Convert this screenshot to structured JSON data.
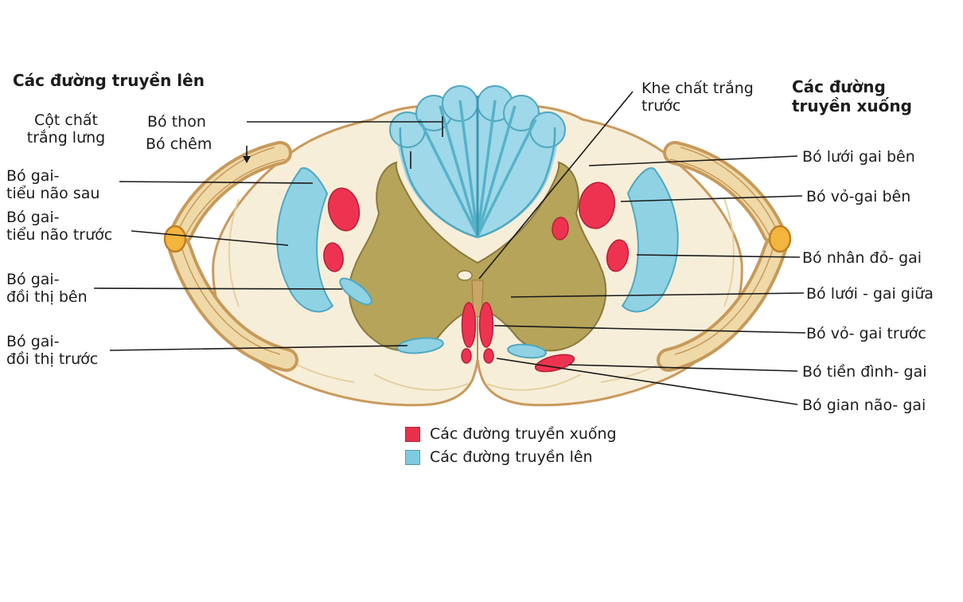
{
  "headers": {
    "left": "Các đường truyền lên",
    "right": "Các đường\ntruyền xuống"
  },
  "labels_left": [
    {
      "id": "cot-chat-trang-lung",
      "text": "Cột chất\ntrắng lưng"
    },
    {
      "id": "bo-thon",
      "text": "Bó thon"
    },
    {
      "id": "bo-chem",
      "text": "Bó chêm"
    },
    {
      "id": "bo-gai-tieu-nao-sau",
      "text": "Bó gai-\ntiểu não sau"
    },
    {
      "id": "bo-gai-tieu-nao-truoc",
      "text": "Bó gai-\ntiểu não trước"
    },
    {
      "id": "bo-gai-doi-thi-ben",
      "text": "Bó gai-\nđồi thị bên"
    },
    {
      "id": "bo-gai-doi-thi-truoc",
      "text": "Bó gai-\nđồi thị trước"
    }
  ],
  "label_top": {
    "id": "khe-chat-trang-truoc",
    "text": "Khe chất trắng\ntrước"
  },
  "labels_right": [
    {
      "id": "bo-luoi-gai-ben",
      "text": "Bó lưới gai bên"
    },
    {
      "id": "bo-vo-gai-ben",
      "text": "Bó vỏ-gai bên"
    },
    {
      "id": "bo-nhan-do-gai",
      "text": "Bó nhân đỏ- gai"
    },
    {
      "id": "bo-luoi-gai-giua",
      "text": "Bó lưới - gai giữa"
    },
    {
      "id": "bo-vo-gai-truoc",
      "text": "Bó vỏ- gai trước"
    },
    {
      "id": "bo-tien-dinh-gai",
      "text": "Bó tiền đình- gai"
    },
    {
      "id": "bo-gian-nao-gai",
      "text": "Bó gian não- gai"
    }
  ],
  "legend": [
    {
      "id": "descending",
      "color": "#e8304a",
      "label": "Các đường truyền xuống"
    },
    {
      "id": "ascending",
      "color": "#7ecbdf",
      "label": "Các đường truyền lên"
    }
  ],
  "colors": {
    "cord_body": "#f7eed9",
    "cord_outline": "#c99a5d",
    "ascending_blue": "#8fd2e4",
    "descending_red": "#ee3350",
    "gray_matter_olive": "#b5a459",
    "nerve_root_tan": "#efd9a8",
    "root_stub_orange": "#f3b53e"
  }
}
